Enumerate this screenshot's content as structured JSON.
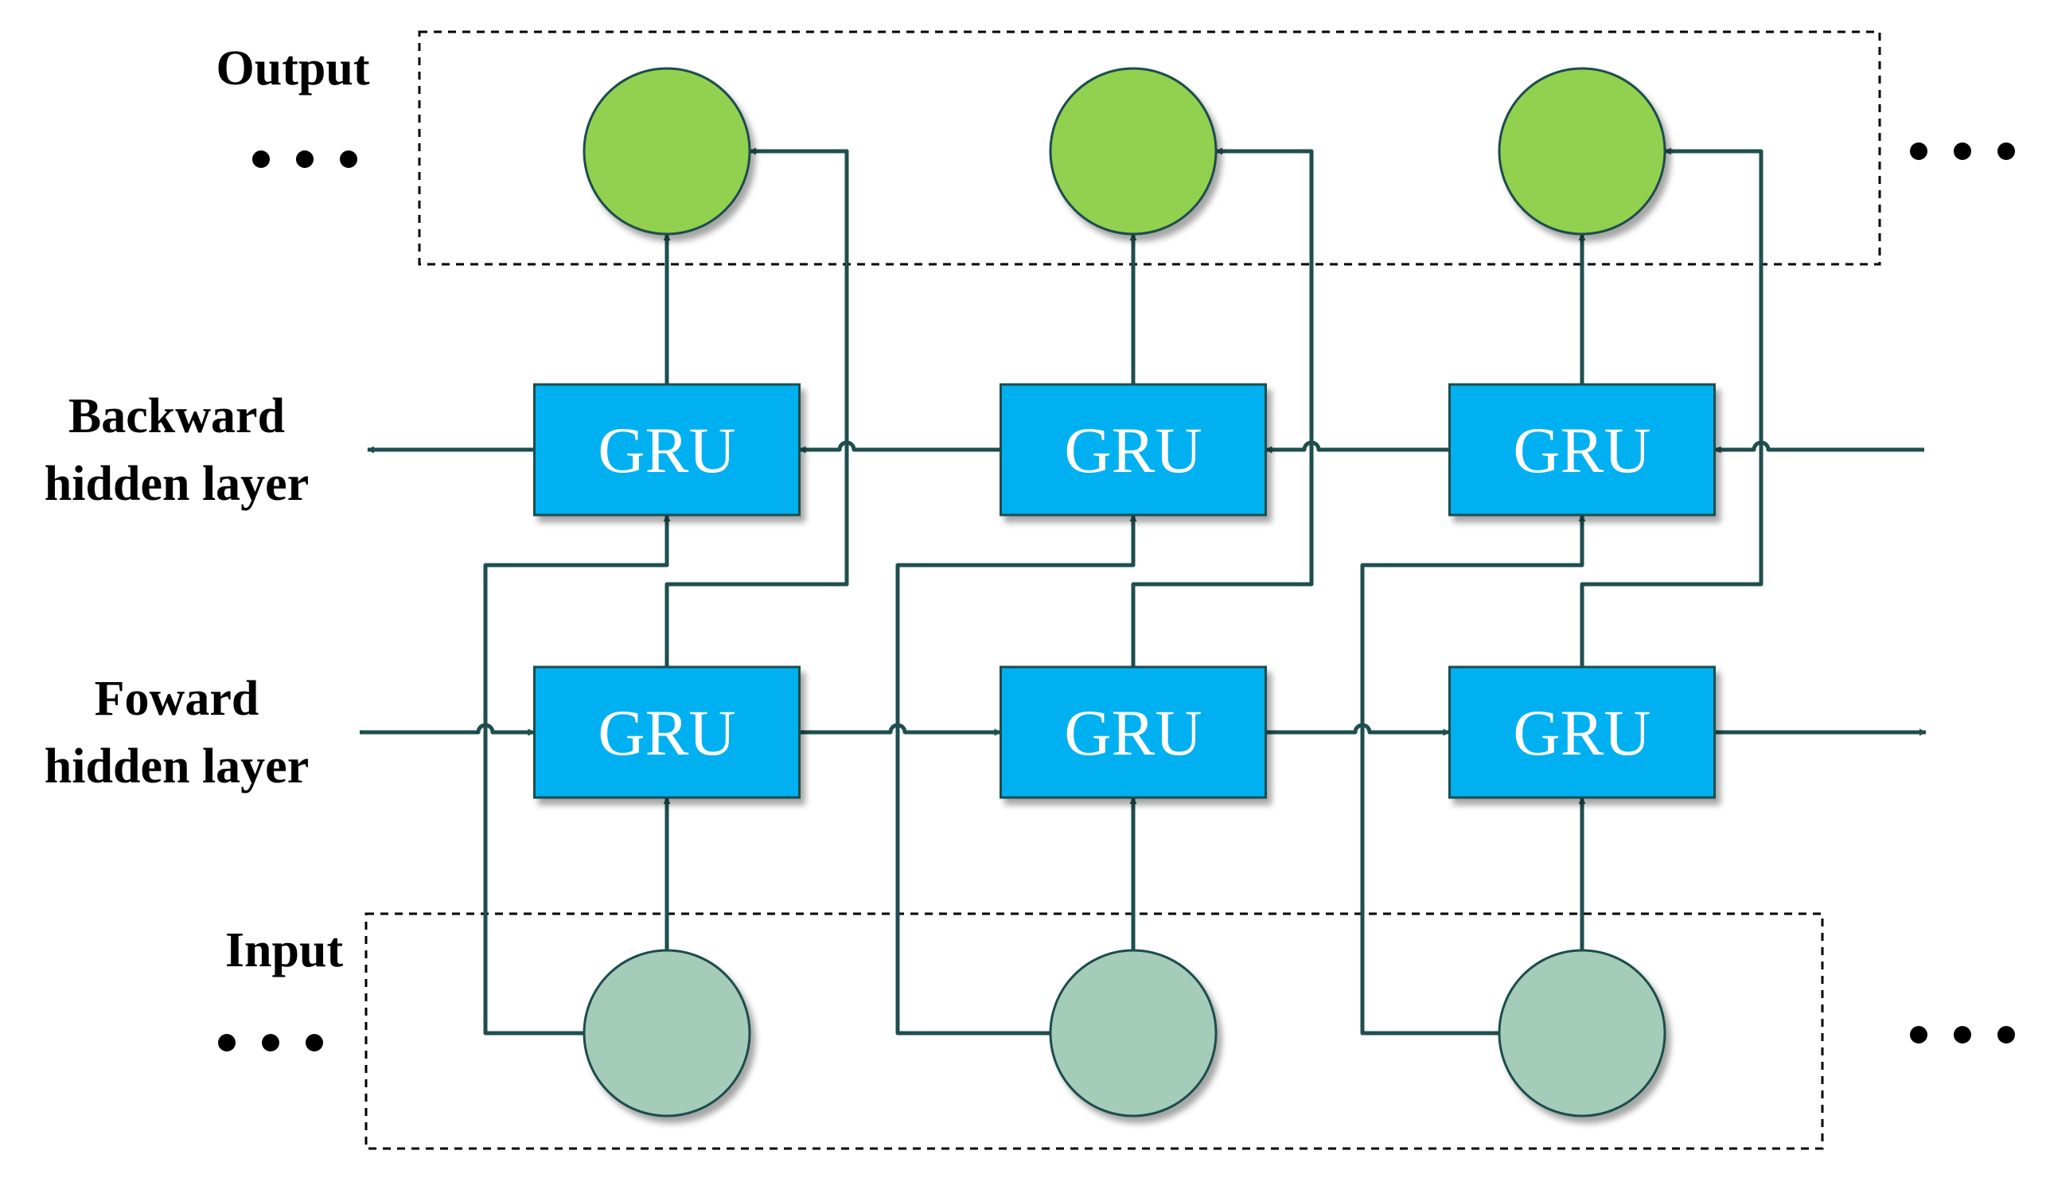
{
  "labels": {
    "output": "Output",
    "input": "Input",
    "backward_line1": "Backward",
    "backward_line2": "hidden layer",
    "forward_line1": "Foward",
    "forward_line2": "hidden layer"
  },
  "gru_label": "GRU",
  "ellipsis": "• • •",
  "colors": {
    "line": "#1f4e4e",
    "gru_fill": "#00b0f0",
    "gru_stroke": "#1f4e4e",
    "output_node": "#92d050",
    "input_node": "#a5cbb9",
    "dashed_box": "#000000"
  },
  "icons": {
    "output_node": "circle",
    "input_node": "circle",
    "gru_block": "rectangle"
  }
}
